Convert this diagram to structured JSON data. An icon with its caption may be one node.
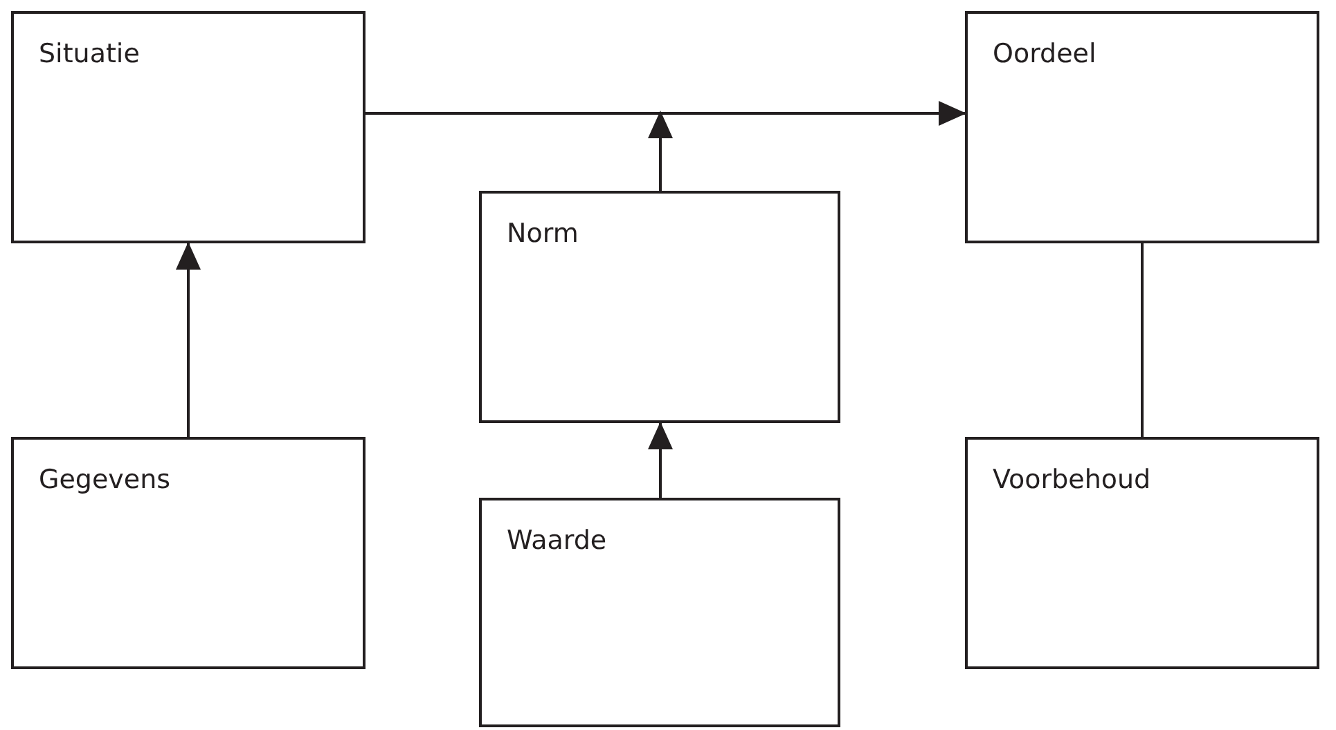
{
  "diagram": {
    "nodes": [
      {
        "text": [
          "Situatie"
        ]
      },
      {
        "text": [
          "Oordeel"
        ]
      },
      {
        "text": [
          "Norm"
        ]
      },
      {
        "text": [
          "Gegevens"
        ]
      },
      {
        "text": [
          "Voorbehoud"
        ]
      },
      {
        "text": [
          "Waarde"
        ]
      }
    ],
    "edges": [
      {
        "from": 0,
        "to": 1,
        "arrow": "to"
      },
      {
        "from": 2,
        "to": null,
        "arrow": "to"
      },
      {
        "from": 3,
        "to": 0,
        "arrow": "to"
      },
      {
        "from": 5,
        "to": 2,
        "arrow": "to"
      },
      {
        "from": 1,
        "to": 4,
        "arrow": "none"
      }
    ]
  }
}
